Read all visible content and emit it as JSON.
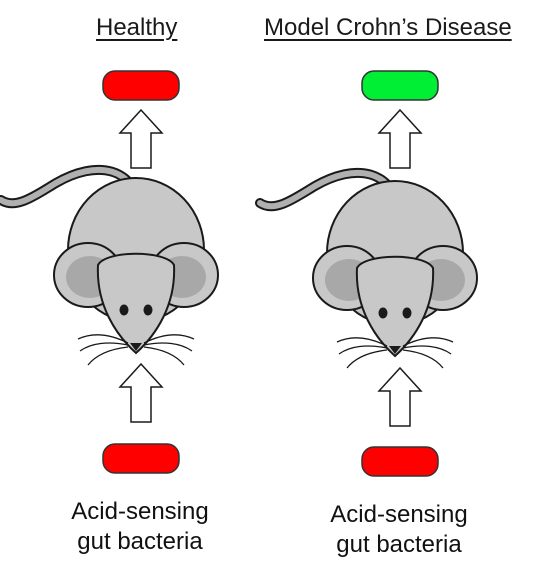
{
  "panels": [
    {
      "title": "Healthy",
      "output_pill_color": "#ff0000",
      "input_pill_color": "#ff0000",
      "caption_line1": "Acid-sensing",
      "caption_line2": "gut bacteria"
    },
    {
      "title": "Model Crohn’s Disease",
      "output_pill_color": "#00ee33",
      "input_pill_color": "#ff0000",
      "caption_line1": "Acid-sensing",
      "caption_line2": "gut bacteria"
    }
  ],
  "colors": {
    "mouse_body": "#c8c8c8",
    "mouse_ear_inner": "#a8a8a8",
    "outline": "#1a1a1a",
    "arrow_fill": "#ffffff"
  }
}
